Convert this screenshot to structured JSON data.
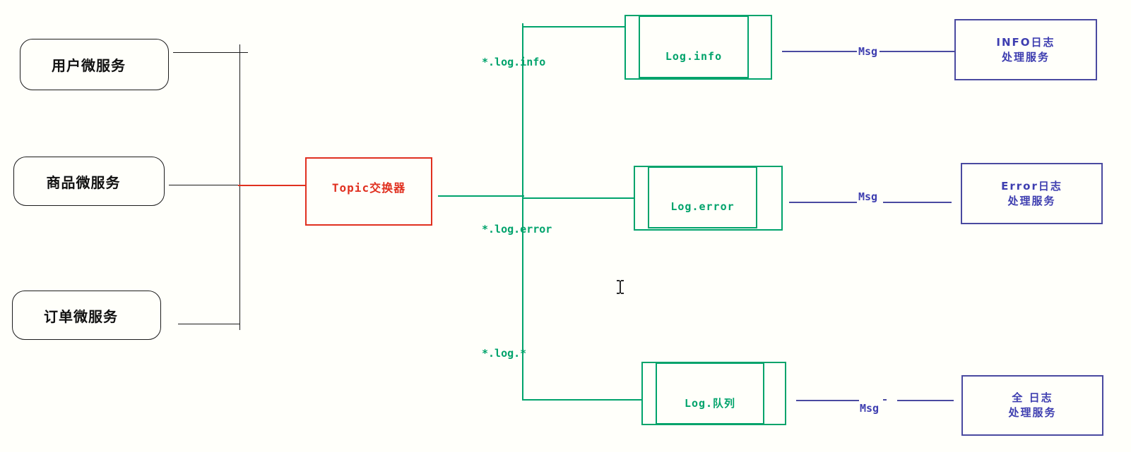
{
  "producers": [
    {
      "label": "用户微服务"
    },
    {
      "label": "商品微服务"
    },
    {
      "label": "订单微服务"
    }
  ],
  "exchange": {
    "label": "Topic交换器"
  },
  "bindings": [
    {
      "key": "*.log.info"
    },
    {
      "key": "*.log.error"
    },
    {
      "key": "*.log.*"
    }
  ],
  "queues": [
    {
      "label": "Log.info"
    },
    {
      "label": "Log.error"
    },
    {
      "label": "Log.队列"
    }
  ],
  "messages": [
    {
      "label": "Msg"
    },
    {
      "label": "Msg"
    },
    {
      "label": "Msg"
    }
  ],
  "consumers": [
    {
      "line1": "INFO日志",
      "line2": "处理服务"
    },
    {
      "line1": "Error日志",
      "line2": "处理服务"
    },
    {
      "line1": "全 日志",
      "line2": "处理服务"
    }
  ],
  "colors": {
    "background": "#fffffa",
    "producer_stroke": "#1b1b1b",
    "exchange_accent": "#e0301f",
    "queue_accent": "#00a36b",
    "consumer_accent": "#4a4aa0",
    "consumer_text": "#3e3eb0"
  }
}
